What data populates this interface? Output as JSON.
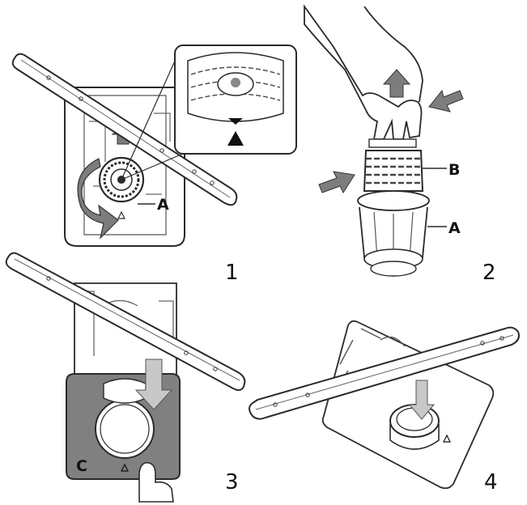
{
  "figure": {
    "steps": [
      {
        "number": "1",
        "callouts": [
          "A"
        ]
      },
      {
        "number": "2",
        "callouts": [
          "B",
          "A"
        ]
      },
      {
        "number": "3",
        "callouts": [
          "C"
        ]
      },
      {
        "number": "4",
        "callouts": []
      }
    ],
    "colors": {
      "line": "#2a2a2a",
      "arrow_fill": "#7d7d7d",
      "plate_fill": "#808080",
      "light_arrow_fill": "#c8c8c8",
      "outlet_triangle": "#111111"
    },
    "icons": [
      "spray-arm",
      "filter-assembly",
      "hand",
      "up-arrow",
      "push-arrow",
      "rotate-arrow",
      "down-arrow"
    ]
  }
}
